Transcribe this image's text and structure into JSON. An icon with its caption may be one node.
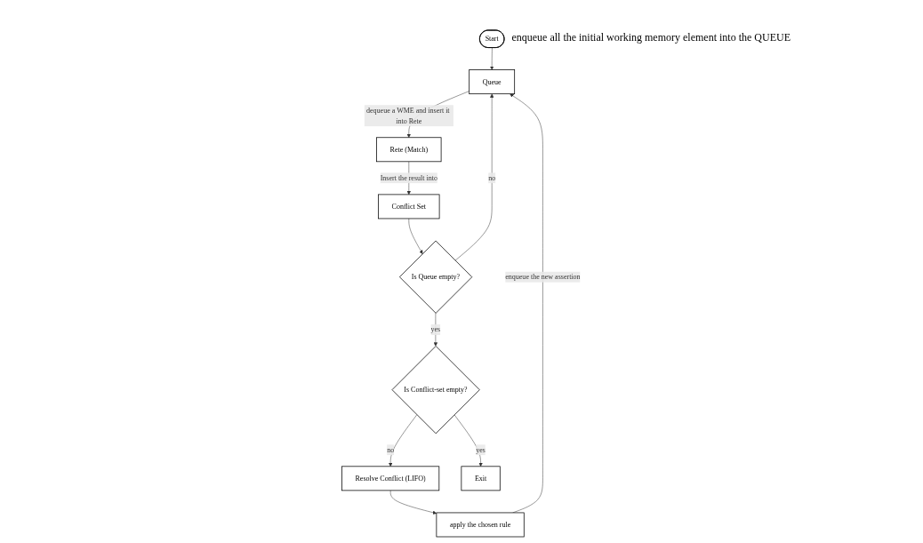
{
  "diagram": {
    "nodes": [
      {
        "text": [
          "Start"
        ],
        "beside": [
          "enqueue all the initial working memory element into the QUEUE"
        ]
      },
      {
        "text": [
          "Queue"
        ]
      },
      {
        "text": [
          "Rete (Match)"
        ]
      },
      {
        "text": [
          "Conflict Set"
        ]
      },
      {
        "text": [
          "Is Queue empty?"
        ]
      },
      {
        "text": [
          "Is Conflict-set empty?"
        ]
      },
      {
        "text": [
          "Resolve Conflict (LIFO)"
        ]
      },
      {
        "text": [
          "apply the chosen rule"
        ]
      },
      {
        "text": [
          "Exit"
        ]
      }
    ],
    "edges": [
      {
        "from": 0,
        "to": 1,
        "arrow": "to"
      },
      {
        "from": 1,
        "to": 2,
        "arrow": "to",
        "label": "dequeue a WME and insert it into Rete"
      },
      {
        "from": 2,
        "to": 3,
        "arrow": "to",
        "label": "Insert the result into"
      },
      {
        "from": 3,
        "to": 4,
        "arrow": "to"
      },
      {
        "from": 4,
        "to": 1,
        "arrow": "to",
        "label": "no"
      },
      {
        "from": 4,
        "to": 5,
        "arrow": "to",
        "label": "yes"
      },
      {
        "from": 5,
        "to": 6,
        "arrow": "to",
        "label": "no"
      },
      {
        "from": 5,
        "to": 8,
        "arrow": "to",
        "label": "yes"
      },
      {
        "from": 6,
        "to": 7,
        "arrow": "to"
      },
      {
        "from": 7,
        "to": 1,
        "arrow": "to",
        "label": "enqueue the new assertion"
      }
    ]
  }
}
